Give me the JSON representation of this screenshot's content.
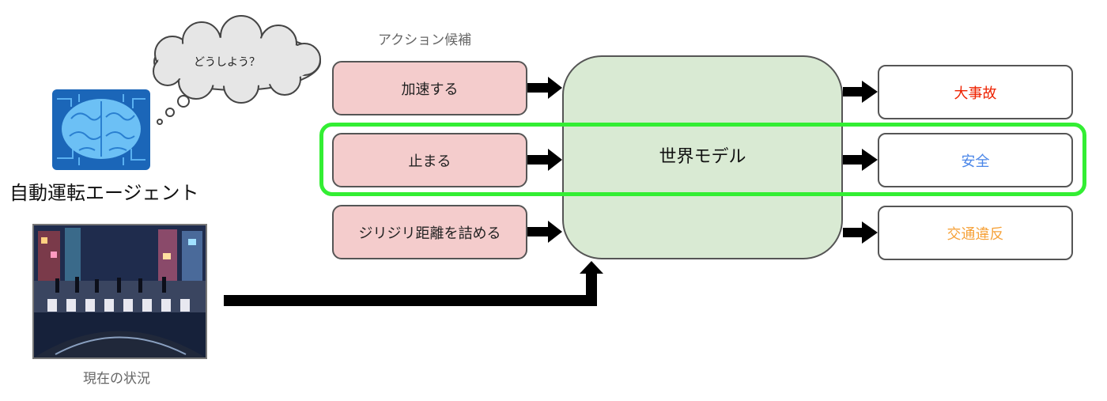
{
  "agent": {
    "label": "自動運転エージェント",
    "thought": "どうしよう？"
  },
  "scene": {
    "caption": "現在の状況"
  },
  "actions": {
    "title": "アクション候補",
    "items": [
      {
        "label": "加速する"
      },
      {
        "label": "止まる"
      },
      {
        "label": "ジリジリ距離を詰める"
      }
    ]
  },
  "world_model": {
    "label": "世界モデル"
  },
  "outcomes": [
    {
      "label": "大事故",
      "color": "#ee2200"
    },
    {
      "label": "安全",
      "color": "#4a86e8"
    },
    {
      "label": "交通違反",
      "color": "#f6a23a"
    }
  ],
  "highlight_color": "#33ee33"
}
